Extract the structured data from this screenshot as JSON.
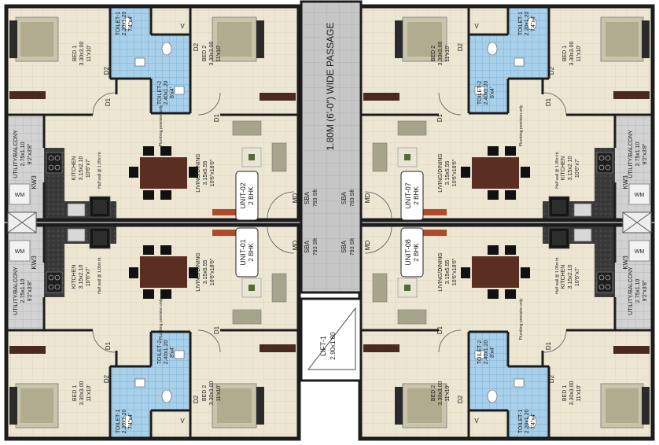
{
  "passage": {
    "label": "1.80M (6'-0\") WIDE PASSAGE"
  },
  "lift": {
    "name": "LIFT-1",
    "dims": "2.90x1.80"
  },
  "units": [
    {
      "name": "UNIT-02",
      "type": "2 BHK",
      "sba": "SBA",
      "area": "793 Sft"
    },
    {
      "name": "UNIT-01",
      "type": "2 BHK",
      "sba": "SBA",
      "area": "793 Sft"
    },
    {
      "name": "UNIT-07",
      "type": "2 BHK",
      "sba": "SBA",
      "area": "793 Sft"
    },
    {
      "name": "UNIT-08",
      "type": "2 BHK",
      "sba": "SBA",
      "area": "793 Sft"
    }
  ],
  "rooms": {
    "bed1": {
      "name": "BED 1",
      "metric": "3.30x3.00",
      "imperial": "11'x10'"
    },
    "bed2": {
      "name": "BED 2",
      "metric": "3.30x3.00",
      "imperial": "11'x10'"
    },
    "toilet1": {
      "name": "TOILET-1",
      "metric": "2.20x1.20",
      "imperial": "7'4\"x4'"
    },
    "toilet2": {
      "name": "TOILET-2",
      "metric": "2.40x1.20",
      "imperial": "8'x4'"
    },
    "living": {
      "name": "LIVING/DINING",
      "metric": "3.15x5.55",
      "imperial": "10'6\"x18'6\""
    },
    "kitchen": {
      "name": "KITCHEN",
      "metric": "3.15x2.10",
      "imperial": "10'6\"x7'"
    },
    "utility": {
      "name": "UTILITY/BALCONY",
      "metric": "2.75x1.10",
      "imperial": "9'2\"x3'8\""
    }
  },
  "tags": {
    "d1": "D1",
    "d2": "D2",
    "md": "MD",
    "v": "V",
    "kw3": "KW3",
    "wm": "WM",
    "plumbing": "Plumbing provision only",
    "halfwall": "Half wall @ 1.05m ht."
  },
  "colors": {
    "floor": "#ece6d3",
    "wall": "#1c1c1c",
    "toilet": "#9fc9e6",
    "passage": "#c4c4c4",
    "utility": "#d0d0d0",
    "counter": "#3a3a3a",
    "bed": "#b9b49c",
    "table": "#5a2f22",
    "chair": "#111111",
    "sofa": "#a6a58c"
  }
}
